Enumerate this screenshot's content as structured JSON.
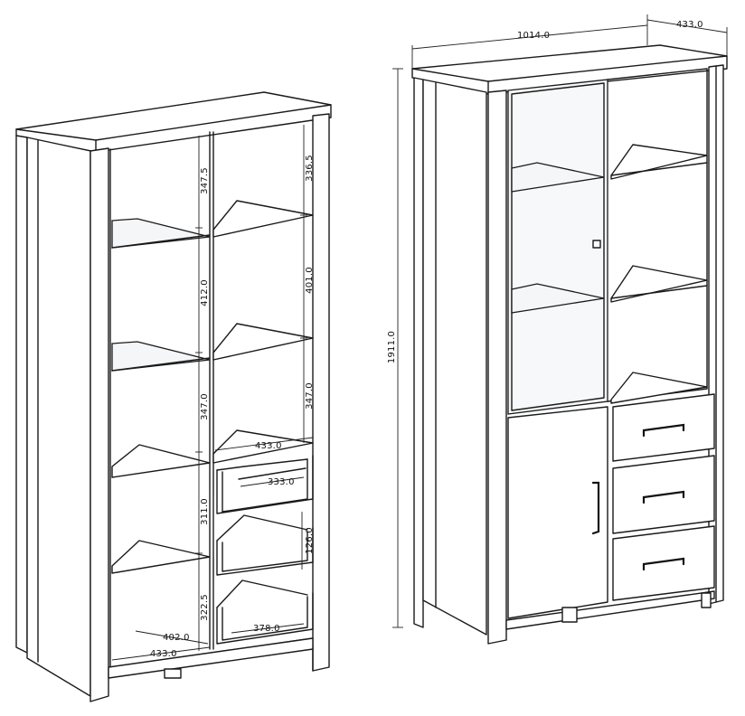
{
  "left_view": {
    "dims": {
      "glass_top_gap": "347.5",
      "shelf_top_gap": "336.5",
      "glass_mid_gap": "412.0",
      "shelf_mid_gap": "401.0",
      "glass_low_gap": "347.0",
      "shelf_low_gap": "347.0",
      "shelf_depth_right": "433.0",
      "drawer_width_inner": "333.0",
      "compartment_height": "311.0",
      "drawer_height": "126.0",
      "bottom_compartment": "322.5",
      "bottom_drawer_width": "378.0",
      "bottom_inner_depth": "402.0",
      "bottom_depth": "433.0"
    }
  },
  "right_view": {
    "dims": {
      "width": "1014.0",
      "depth": "433.0",
      "height": "1911.0"
    }
  }
}
